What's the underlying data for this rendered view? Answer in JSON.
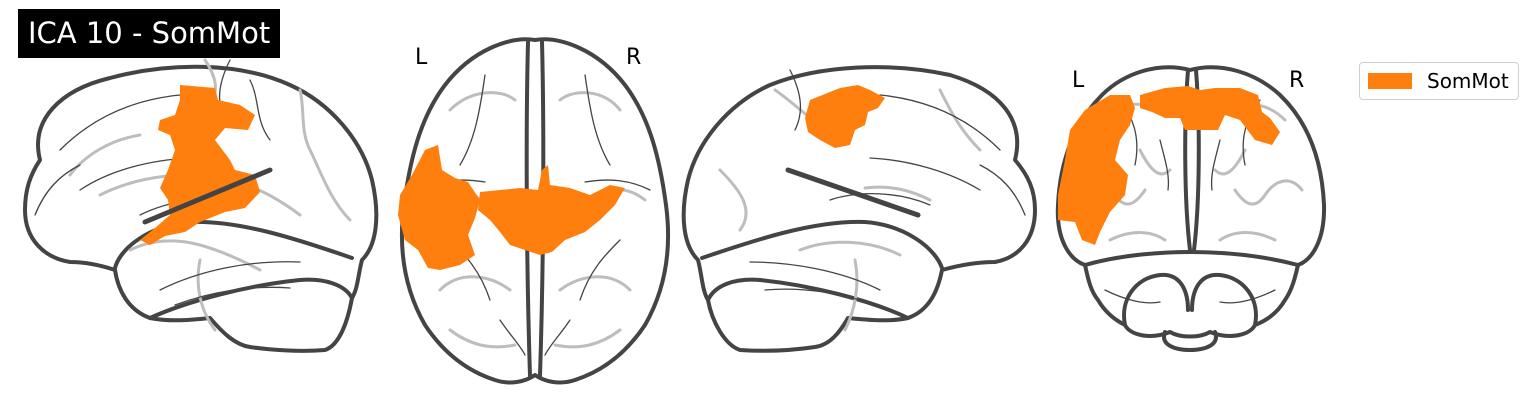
{
  "title": "ICA 10 - SomMot",
  "views": {
    "axial": {
      "left_label": "L",
      "right_label": "R"
    },
    "coronal": {
      "left_label": "L",
      "right_label": "R"
    }
  },
  "legend": {
    "label": "SomMot",
    "color": "#ff7f0e"
  },
  "colors": {
    "overlay": "#ff7f0e",
    "outline": "#444444",
    "gyri": "#bdbdbd",
    "title_background": "#000000",
    "title_text": "#ffffff"
  }
}
